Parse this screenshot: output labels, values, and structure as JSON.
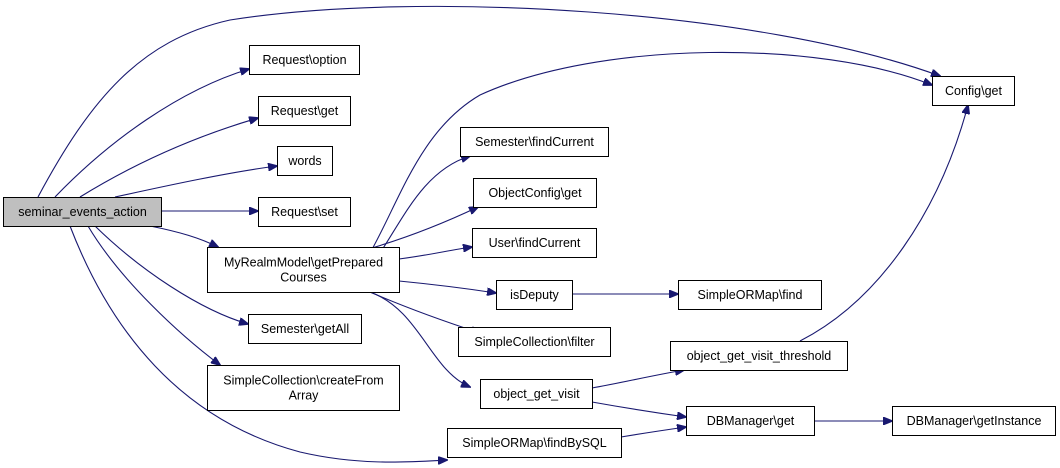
{
  "colors": {
    "edge": "#191970",
    "root_fill": "#bfbfbf",
    "node_fill": "#ffffff",
    "node_border": "#000000"
  },
  "nodes": {
    "seminar_events_action": {
      "lines": [
        "seminar_events_action"
      ],
      "root": true
    },
    "request_option": {
      "lines": [
        "Request\\option"
      ]
    },
    "request_get": {
      "lines": [
        "Request\\get"
      ]
    },
    "words": {
      "lines": [
        "words"
      ]
    },
    "request_set": {
      "lines": [
        "Request\\set"
      ]
    },
    "myrealm_getpreparedcourses": {
      "lines": [
        "MyRealmModel\\getPrepared",
        "Courses"
      ]
    },
    "semester_getall": {
      "lines": [
        "Semester\\getAll"
      ]
    },
    "simplecollection_createfromarray": {
      "lines": [
        "SimpleCollection\\createFrom",
        "Array"
      ]
    },
    "simpleormap_findbysql": {
      "lines": [
        "SimpleORMap\\findBySQL"
      ]
    },
    "config_get": {
      "lines": [
        "Config\\get"
      ]
    },
    "semester_findcurrent": {
      "lines": [
        "Semester\\findCurrent"
      ]
    },
    "objectconfig_get": {
      "lines": [
        "ObjectConfig\\get"
      ]
    },
    "user_findcurrent": {
      "lines": [
        "User\\findCurrent"
      ]
    },
    "isdeputy": {
      "lines": [
        "isDeputy"
      ]
    },
    "simplecollection_filter": {
      "lines": [
        "SimpleCollection\\filter"
      ]
    },
    "object_get_visit": {
      "lines": [
        "object_get_visit"
      ]
    },
    "simpleormap_find": {
      "lines": [
        "SimpleORMap\\find"
      ]
    },
    "object_get_visit_threshold": {
      "lines": [
        "object_get_visit_threshold"
      ]
    },
    "dbmanager_get": {
      "lines": [
        "DBManager\\get"
      ]
    },
    "dbmanager_getinstance": {
      "lines": [
        "DBManager\\getInstance"
      ]
    }
  },
  "edges": [
    {
      "from": "seminar_events_action",
      "to": "config_get"
    },
    {
      "from": "seminar_events_action",
      "to": "request_option"
    },
    {
      "from": "seminar_events_action",
      "to": "request_get"
    },
    {
      "from": "seminar_events_action",
      "to": "words"
    },
    {
      "from": "seminar_events_action",
      "to": "request_set"
    },
    {
      "from": "seminar_events_action",
      "to": "myrealm_getpreparedcourses"
    },
    {
      "from": "seminar_events_action",
      "to": "semester_getall"
    },
    {
      "from": "seminar_events_action",
      "to": "simplecollection_createfromarray"
    },
    {
      "from": "seminar_events_action",
      "to": "simpleormap_findbysql"
    },
    {
      "from": "myrealm_getpreparedcourses",
      "to": "config_get"
    },
    {
      "from": "myrealm_getpreparedcourses",
      "to": "semester_findcurrent"
    },
    {
      "from": "myrealm_getpreparedcourses",
      "to": "objectconfig_get"
    },
    {
      "from": "myrealm_getpreparedcourses",
      "to": "user_findcurrent"
    },
    {
      "from": "myrealm_getpreparedcourses",
      "to": "isdeputy"
    },
    {
      "from": "myrealm_getpreparedcourses",
      "to": "simplecollection_filter"
    },
    {
      "from": "myrealm_getpreparedcourses",
      "to": "object_get_visit"
    },
    {
      "from": "isdeputy",
      "to": "simpleormap_find"
    },
    {
      "from": "object_get_visit",
      "to": "object_get_visit_threshold"
    },
    {
      "from": "object_get_visit",
      "to": "dbmanager_get"
    },
    {
      "from": "object_get_visit_threshold",
      "to": "config_get"
    },
    {
      "from": "simpleormap_findbysql",
      "to": "dbmanager_get"
    },
    {
      "from": "dbmanager_get",
      "to": "dbmanager_getinstance"
    }
  ]
}
